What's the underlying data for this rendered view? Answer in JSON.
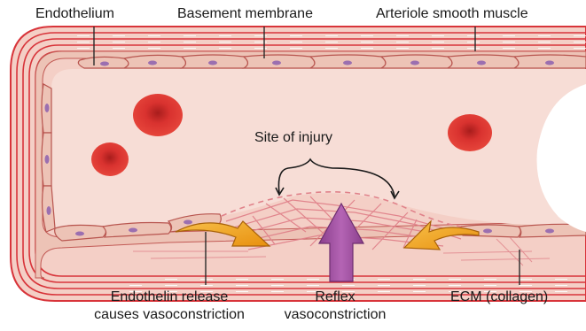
{
  "labels": {
    "endothelium": "Endothelium",
    "basement_membrane": "Basement membrane",
    "arteriole_smooth_muscle": "Arteriole smooth muscle",
    "site_of_injury": "Site of injury",
    "endothelin_release_line1": "Endothelin release",
    "endothelin_release_line2": "causes vasoconstriction",
    "reflex_line1": "Reflex",
    "reflex_line2": "vasoconstriction",
    "ecm": "ECM (collagen)"
  },
  "colors": {
    "vessel_wall": "#f6d9d2",
    "smooth_muscle_band": "#f2c6bd",
    "muscle_line": "#d8343a",
    "lumen": "#f7ddd6",
    "endothelial_cell": "#edc3b6",
    "cell_nucleus": "#9b6fb0",
    "red_blood_cell": "#d9322f",
    "reflex_arrow": "#9c4c9e",
    "endothelin_arrow": "#f2a31a",
    "collagen": "#e0828a",
    "leader_line": "#2a2a2a"
  },
  "icons": {
    "reflex_arrow": "purple-up-arrow",
    "endothelin_arrow_left": "orange-curved-arrow-right",
    "endothelin_arrow_right": "orange-curved-arrow-left",
    "injury_brace": "curly-brace"
  }
}
